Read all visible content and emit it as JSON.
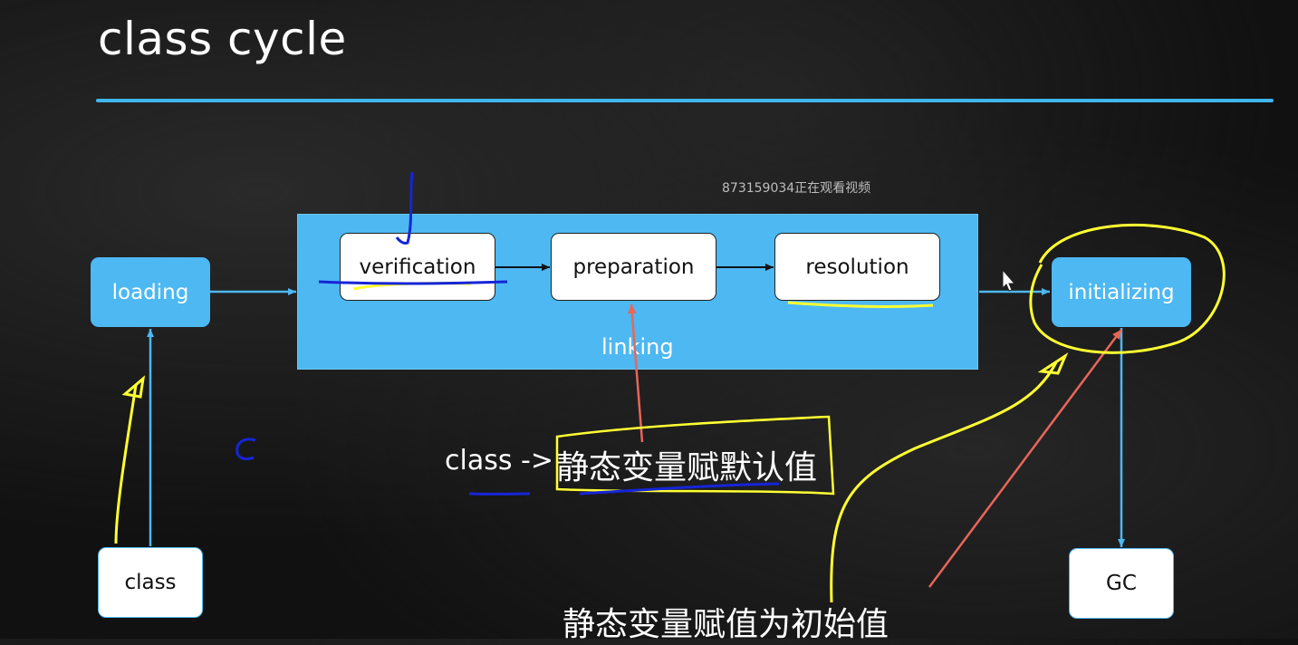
{
  "title": "class cycle",
  "watermark": "873159034正在观看视频",
  "diagram": {
    "container_label": "linking",
    "nodes": {
      "loading": "loading",
      "verification": "verification",
      "preparation": "preparation",
      "resolution": "resolution",
      "initializing": "initializing",
      "class": "class",
      "gc": "GC"
    },
    "annotations": {
      "class_arrow": "class ->",
      "static_default": "静态变量赋默认值",
      "static_initial": "静态变量赋值为初始值"
    }
  },
  "colors": {
    "accent": "#4db8f2",
    "background": "#111111",
    "highlight_yellow": "#ffff33",
    "pen_blue": "#1525d8",
    "pen_red": "#e8665a"
  }
}
